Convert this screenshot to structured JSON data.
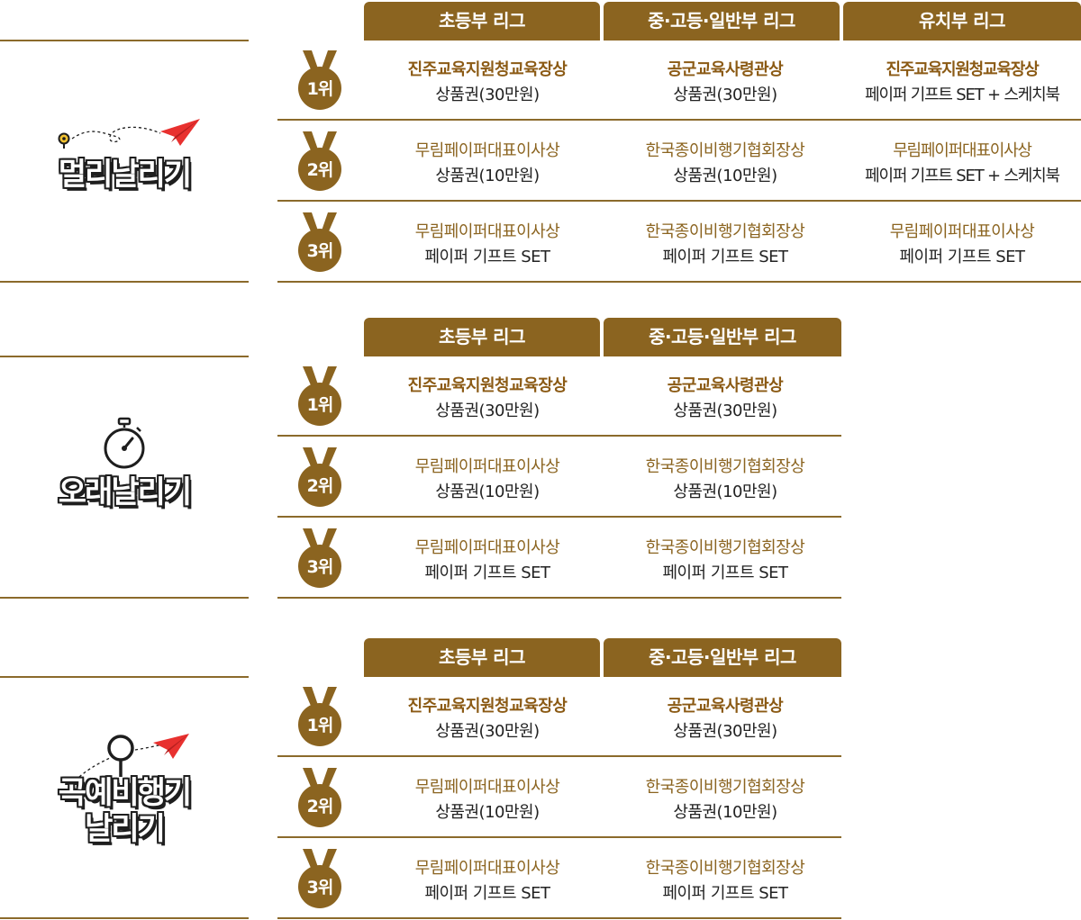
{
  "colors": {
    "accent": "#8b6420",
    "line": "#8b6a2b",
    "text": "#222222"
  },
  "sections": [
    {
      "title_lines": [
        "멀리날리기"
      ],
      "icon": "paper-plane-distance-icon",
      "tabs": [
        "초등부 리그",
        "중·고등·일반부 리그",
        "유치부 리그"
      ],
      "rows": [
        {
          "rank": "1위",
          "cells": [
            {
              "award": "진주교육지원청교육장상",
              "prize": "상품권(30만원)"
            },
            {
              "award": "공군교육사령관상",
              "prize": "상품권(30만원)"
            },
            {
              "award": "진주교육지원청교육장상",
              "prize": "페이퍼 기프트 SET + 스케치북"
            }
          ]
        },
        {
          "rank": "2위",
          "cells": [
            {
              "award": "무림페이퍼대표이사상",
              "prize": "상품권(10만원)"
            },
            {
              "award": "한국종이비행기협회장상",
              "prize": "상품권(10만원)"
            },
            {
              "award": "무림페이퍼대표이사상",
              "prize": "페이퍼 기프트 SET + 스케치북"
            }
          ]
        },
        {
          "rank": "3위",
          "cells": [
            {
              "award": "무림페이퍼대표이사상",
              "prize": "페이퍼 기프트 SET"
            },
            {
              "award": "한국종이비행기협회장상",
              "prize": "페이퍼 기프트 SET"
            },
            {
              "award": "무림페이퍼대표이사상",
              "prize": "페이퍼 기프트 SET"
            }
          ]
        }
      ]
    },
    {
      "title_lines": [
        "오래날리기"
      ],
      "icon": "stopwatch-icon",
      "tabs": [
        "초등부 리그",
        "중·고등·일반부 리그"
      ],
      "rows": [
        {
          "rank": "1위",
          "cells": [
            {
              "award": "진주교육지원청교육장상",
              "prize": "상품권(30만원)"
            },
            {
              "award": "공군교육사령관상",
              "prize": "상품권(30만원)"
            }
          ]
        },
        {
          "rank": "2위",
          "cells": [
            {
              "award": "무림페이퍼대표이사상",
              "prize": "상품권(10만원)"
            },
            {
              "award": "한국종이비행기협회장상",
              "prize": "상품권(10만원)"
            }
          ]
        },
        {
          "rank": "3위",
          "cells": [
            {
              "award": "무림페이퍼대표이사상",
              "prize": "페이퍼 기프트 SET"
            },
            {
              "award": "한국종이비행기협회장상",
              "prize": "페이퍼 기프트 SET"
            }
          ]
        }
      ]
    },
    {
      "title_lines": [
        "곡예비행기",
        "날리기"
      ],
      "icon": "aerobatic-plane-icon",
      "tabs": [
        "초등부 리그",
        "중·고등·일반부 리그"
      ],
      "rows": [
        {
          "rank": "1위",
          "cells": [
            {
              "award": "진주교육지원청교육장상",
              "prize": "상품권(30만원)"
            },
            {
              "award": "공군교육사령관상",
              "prize": "상품권(30만원)"
            }
          ]
        },
        {
          "rank": "2위",
          "cells": [
            {
              "award": "무림페이퍼대표이사상",
              "prize": "상품권(10만원)"
            },
            {
              "award": "한국종이비행기협회장상",
              "prize": "상품권(10만원)"
            }
          ]
        },
        {
          "rank": "3위",
          "cells": [
            {
              "award": "무림페이퍼대표이사상",
              "prize": "페이퍼 기프트 SET"
            },
            {
              "award": "한국종이비행기협회장상",
              "prize": "페이퍼 기프트 SET"
            }
          ]
        }
      ]
    }
  ]
}
